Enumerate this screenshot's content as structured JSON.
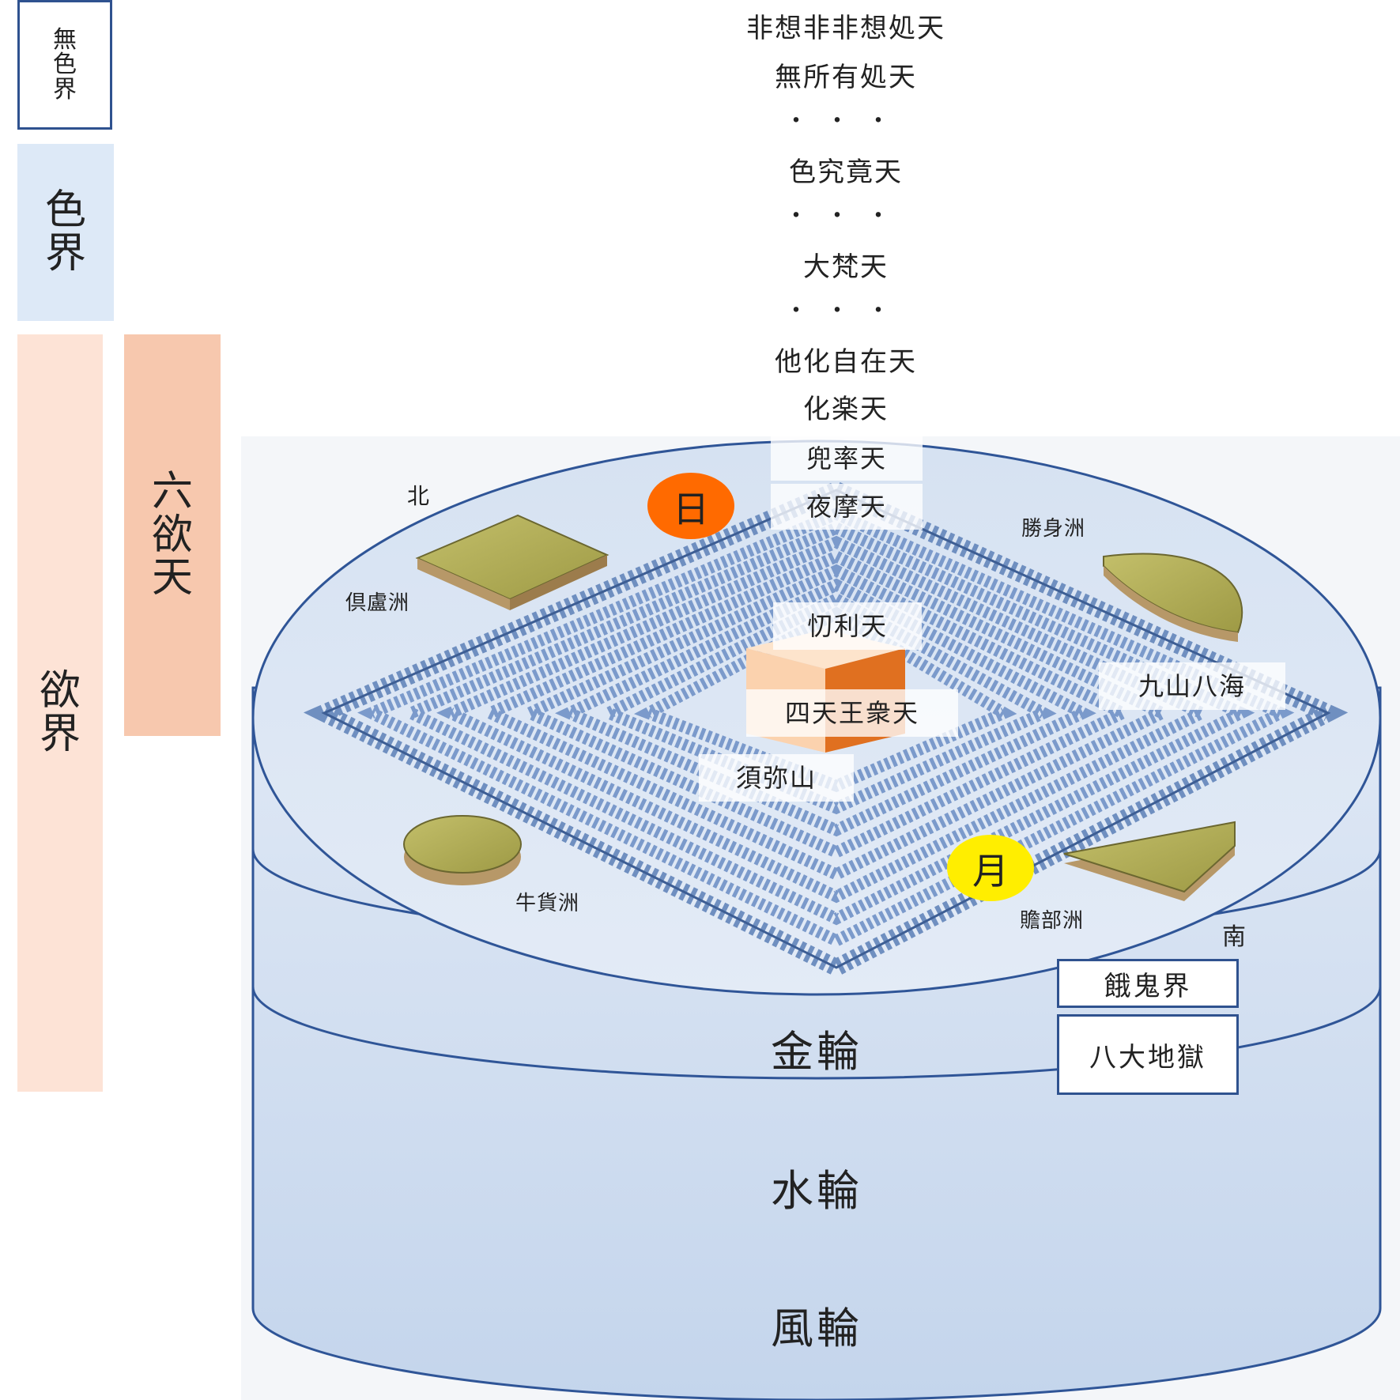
{
  "realms": {
    "mushikikai": "無色界",
    "shikikai": "色界",
    "yokukai": "欲界",
    "rokuyokuten": "六欲天"
  },
  "heavens": {
    "h1": "非想非非想処天",
    "h2": "無所有処天",
    "h3": "色究竟天",
    "h4": "大梵天",
    "h5": "他化自在天",
    "h6": "化楽天",
    "h7": "兜率天",
    "h8": "夜摩天",
    "h9": "忉利天",
    "h10": "四天王衆天",
    "ellipsis": "・・・"
  },
  "mountain": {
    "sumeru": "須弥山",
    "ranges": "九山八海"
  },
  "celestial": {
    "sun": "日",
    "moon": "月"
  },
  "directions": {
    "north": "北",
    "south": "南"
  },
  "continents": {
    "north": "倶盧洲",
    "east": "勝身洲",
    "west": "牛貨洲",
    "south": "贍部洲"
  },
  "underworld": {
    "hungry_ghosts": "餓鬼界",
    "hells": "八大地獄"
  },
  "wheels": {
    "gold": "金輪",
    "water": "水輪",
    "wind": "風輪"
  },
  "colors": {
    "mushikikai_border": "#2f528f",
    "shikikai_fill": "#dde9f7",
    "yokukai_fill": "#fde3d6",
    "rokuyokuten_fill": "#f7c8ae",
    "sun": "#ff6a00",
    "moon": "#ffee00",
    "sumeru_light": "#fbd2ae",
    "sumeru_dark": "#e07020",
    "continent_grass": "#b6b25a",
    "cylinder_edge": "#2f5597"
  }
}
